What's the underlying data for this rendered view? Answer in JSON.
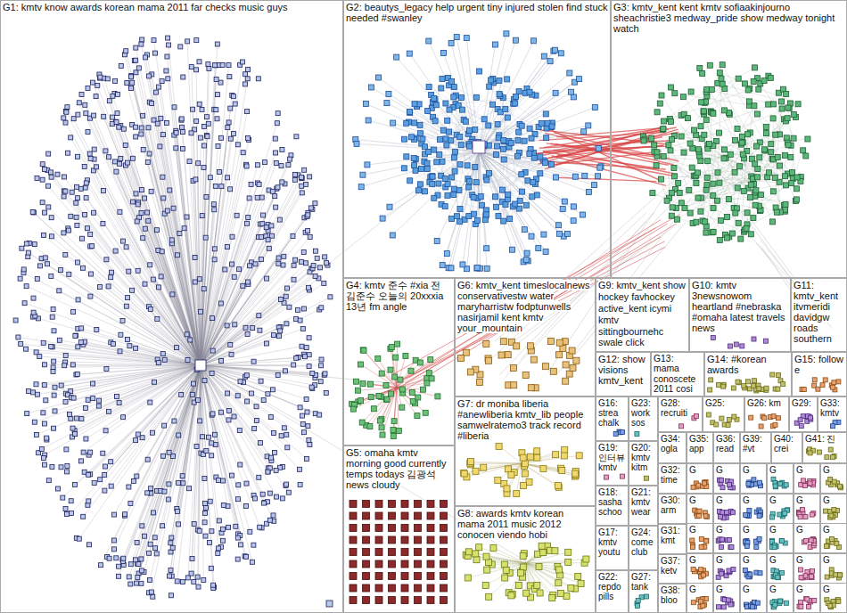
{
  "diagram": {
    "nodes": [
      {
        "text": [
          "G1: kmtv know awards korean mama 2011 far checks music guys"
        ]
      },
      {
        "text": [
          "G2: beautys_legacy help urgent tiny injured stolen find stuck needed #swanley"
        ]
      },
      {
        "text": [
          "G3: kmtv_kent kent kmtv sofiaakinjourno sheachristie3 medway_pride show medway tonight watch"
        ]
      },
      {
        "text": [
          "G4: kmtv 준수 #xia 전 김준수 오늘의 20xxxia 13년 fm angle"
        ]
      },
      {
        "text": [
          "G6: kmtv_kent timeslocalnews conservativestw water maryharristw fodptunwells nasirjamil kent kmtv your_mountain"
        ]
      },
      {
        "text": [
          "G9: kmtv_kent show hockey favhockey active_kent icymi kmtv sittingbournehc swale click"
        ]
      },
      {
        "text": [
          "G10: kmtv 3newsnowom heartland #nebraska #omaha latest travels news"
        ]
      },
      {
        "text": [
          "G11: kmtv_kent itvmeridi davidgw roads southern"
        ]
      },
      {
        "text": [
          "G12: show visions kmtv_kent"
        ]
      },
      {
        "text": [
          "G13: mama conoscete 2011 cosi"
        ]
      },
      {
        "text": [
          "G14: #korean awards"
        ]
      },
      {
        "text": [
          "G15: follow e"
        ]
      },
      {
        "text": [
          "G7: dr moniba liberia #anewliberia kmtv_lib people samwelratemo3 track record #liberia"
        ]
      },
      {
        "text": [
          "G16: strea chalk"
        ]
      },
      {
        "text": [
          "G23: work sos"
        ]
      },
      {
        "text": [
          "G28: recruiti"
        ]
      },
      {
        "text": [
          "G25:"
        ]
      },
      {
        "text": [
          "G26: km"
        ]
      },
      {
        "text": [
          "G29:"
        ]
      },
      {
        "text": [
          "G33: kmtv"
        ]
      },
      {
        "text": [
          "G5: omaha kmtv morning good currently temps todays 김광석 news cloudy"
        ]
      },
      {
        "text": [
          "G19: 인터뷰 kmtv"
        ]
      },
      {
        "text": [
          "G20: kmtv kitm"
        ]
      },
      {
        "text": [
          "G34: ogla"
        ]
      },
      {
        "text": [
          "G35: app"
        ]
      },
      {
        "text": [
          "G36: read"
        ]
      },
      {
        "text": [
          "G39: #vt"
        ]
      },
      {
        "text": [
          "G40: crei"
        ]
      },
      {
        "text": [
          "G41: 진"
        ]
      },
      {
        "text": [
          "G32: time"
        ]
      },
      {
        "text": [
          "G8: awards kmtv korean mama 2011 music 2012 conocen viendo hobi"
        ]
      },
      {
        "text": [
          "G18: sasha schoo"
        ]
      },
      {
        "text": [
          "G21: kmtv wear"
        ]
      },
      {
        "text": [
          "G30: arm"
        ]
      },
      {
        "text": [
          "G17: kmtv youtu"
        ]
      },
      {
        "text": [
          "G24: come club"
        ]
      },
      {
        "text": [
          "G31: kmt"
        ]
      },
      {
        "text": [
          "G22: repdo pills"
        ]
      },
      {
        "text": [
          "G27: tank"
        ]
      },
      {
        "text": [
          "G37: ketv"
        ]
      },
      {
        "text": [
          "G38: bloo"
        ]
      },
      {
        "text": [
          "G"
        ]
      },
      {
        "text": [
          "G"
        ]
      },
      {
        "text": [
          "G"
        ]
      },
      {
        "text": [
          "G"
        ]
      },
      {
        "text": [
          "G"
        ]
      },
      {
        "text": [
          "G"
        ]
      },
      {
        "text": [
          "G"
        ]
      },
      {
        "text": [
          "G"
        ]
      },
      {
        "text": [
          "G"
        ]
      },
      {
        "text": [
          "G"
        ]
      },
      {
        "text": [
          "G"
        ]
      },
      {
        "text": [
          "G"
        ]
      },
      {
        "text": [
          "G"
        ]
      },
      {
        "text": [
          "G"
        ]
      },
      {
        "text": [
          "G"
        ]
      },
      {
        "text": [
          "G"
        ]
      },
      {
        "text": [
          "G"
        ]
      },
      {
        "text": [
          "G"
        ]
      },
      {
        "text": [
          "G"
        ]
      },
      {
        "text": [
          "G"
        ]
      },
      {
        "text": [
          "G"
        ]
      },
      {
        "text": [
          "G"
        ]
      },
      {
        "text": [
          "G"
        ]
      },
      {
        "text": [
          "G"
        ]
      },
      {
        "text": [
          "G"
        ]
      },
      {
        "text": [
          "G"
        ]
      },
      {
        "text": [
          "G"
        ]
      },
      {
        "text": [
          "G"
        ]
      },
      {
        "text": [
          "G"
        ]
      },
      {
        "text": [
          "G"
        ]
      }
    ]
  }
}
